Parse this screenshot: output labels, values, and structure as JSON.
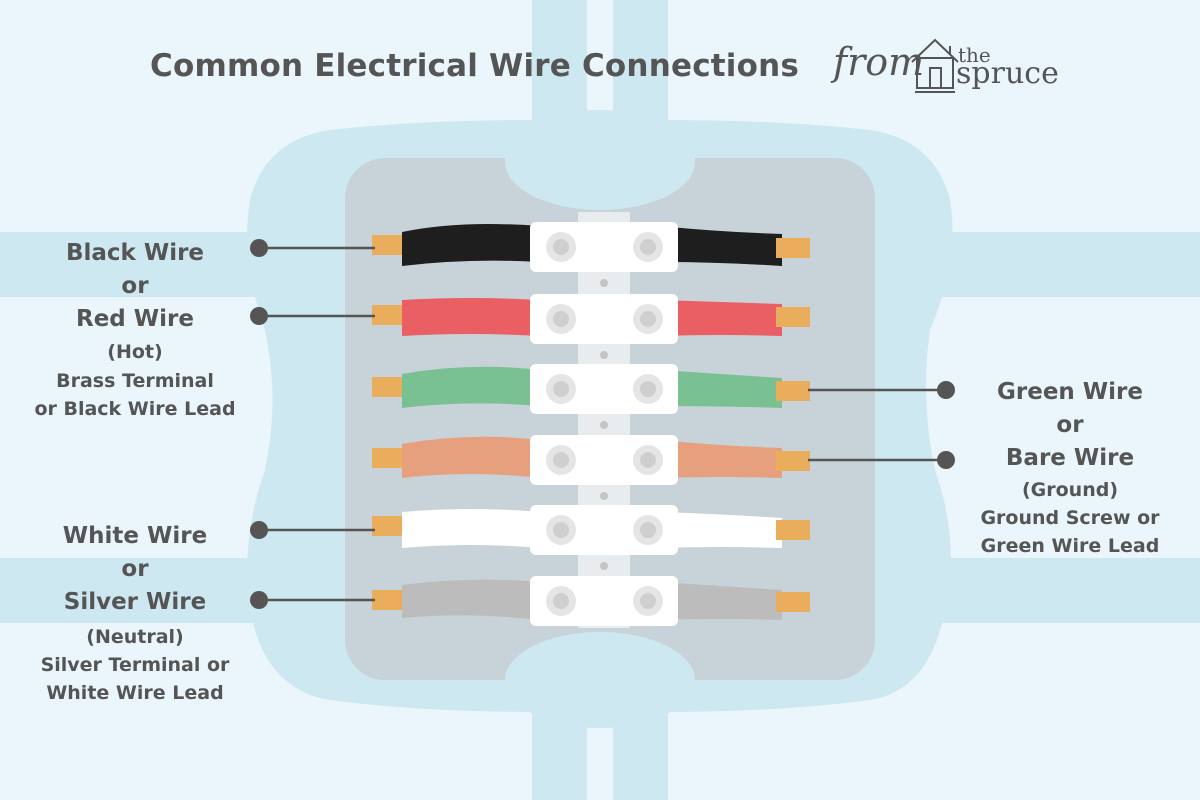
{
  "title": "Common Electrical Wire Connections",
  "brand": {
    "from": "from",
    "the": "the",
    "name": "spruce",
    "icon": "house-icon"
  },
  "labels": {
    "hot": {
      "line1": "Black Wire",
      "line2": "or",
      "line3": "Red Wire",
      "line4": "(Hot)",
      "line5": "Brass Terminal",
      "line6": "or Black Wire Lead"
    },
    "ground": {
      "line1": "Green Wire",
      "line2": "or",
      "line3": "Bare Wire",
      "line4": "(Ground)",
      "line5": "Ground Screw or",
      "line6": "Green Wire Lead"
    },
    "neutral": {
      "line1": "White Wire",
      "line2": "or",
      "line3": "Silver Wire",
      "line4": "(Neutral)",
      "line5": "Silver Terminal or",
      "line6": "White Wire Lead"
    }
  },
  "colors": {
    "background": "#eaf6fb",
    "box_outer": "#cde8f0",
    "box_inner": "#c7d3d9",
    "text": "#555555",
    "black_wire": "#1e1e1e",
    "red_wire": "#e95f63",
    "green_wire": "#79c092",
    "orange_wire": "#e6a07d",
    "white_wire": "#ffffff",
    "gray_wire": "#bcbcbc",
    "copper": "#e9ad5c",
    "terminal": "#ffffff",
    "screw": "#cfcfcf"
  }
}
